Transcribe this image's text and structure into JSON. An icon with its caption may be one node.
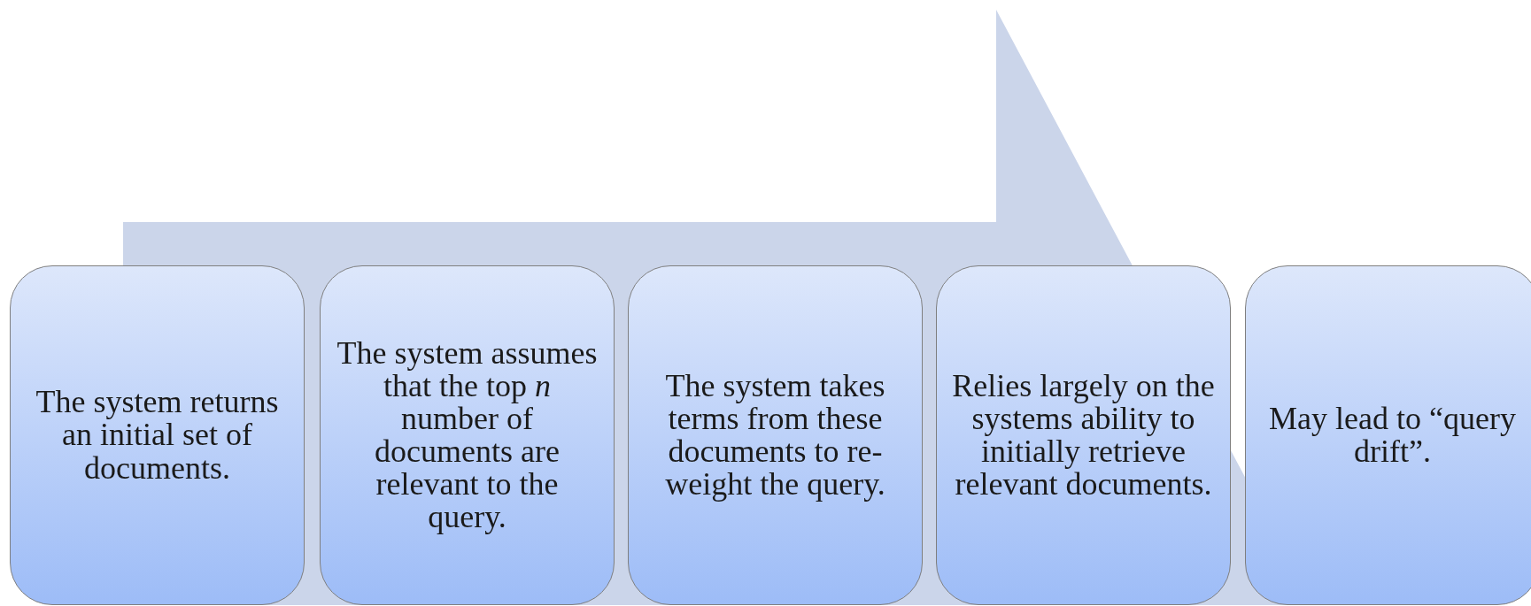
{
  "diagram": {
    "nodes": [
      {
        "text": [
          "The system returns an initial set of documents."
        ]
      },
      {
        "text": [
          "The system assumes that the top *n* number of documents are relevant to the query."
        ]
      },
      {
        "text": [
          "The system takes terms from these documents to re-weight the query."
        ]
      },
      {
        "text": [
          "Relies largely on the systems ability to initially retrieve relevant documents."
        ]
      },
      {
        "text": [
          "May lead to “query drift”."
        ]
      }
    ]
  }
}
